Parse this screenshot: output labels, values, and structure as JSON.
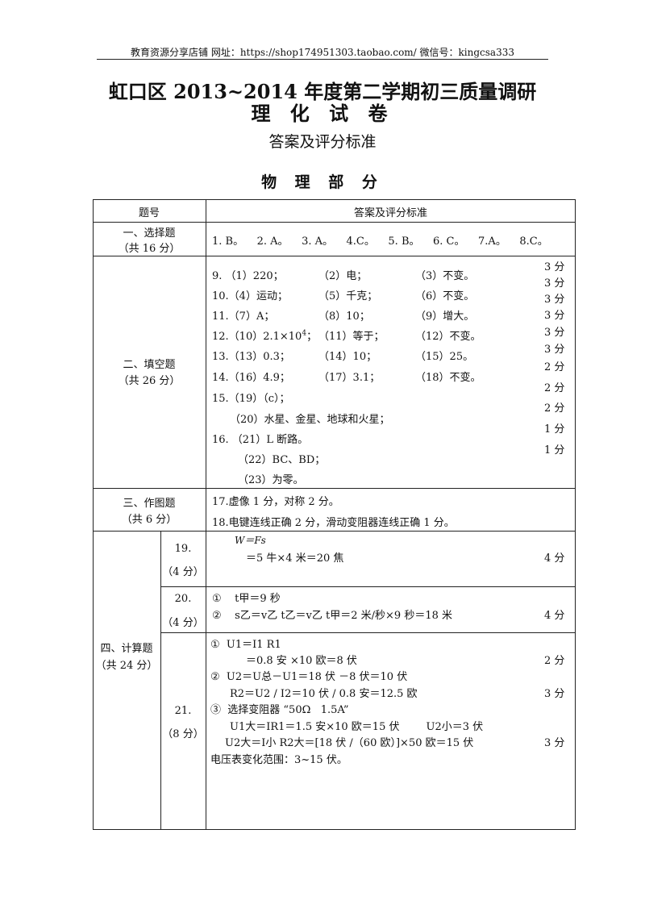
{
  "header": {
    "text": "教育资源分享店铺    网址：https://shop174951303.taobao.com/          微信号：kingcsa333"
  },
  "title": {
    "line1": "虹口区 2013~2014 年度第二学期初三质量调研",
    "line2": "理 化 试 卷"
  },
  "subtitle": "答案及评分标准",
  "section": "物 理 部 分",
  "table": {
    "col_headers": {
      "number": "题号",
      "answer": "答案及评分标准"
    },
    "s1": {
      "label": "一、选择题",
      "points": "（共 16 分）",
      "answers": "1. B。    2. A。    3. A。    4.C。    5. B。    6. C。    7.A。    8.C。"
    },
    "s2": {
      "label": "二、填空题",
      "points": "（共 26 分）",
      "q9": [
        "9.  （1）220；",
        "（2）电；",
        "（3）不变。"
      ],
      "q10": [
        "10.（4）运动；",
        "（5）千克；",
        "（6）不变。"
      ],
      "q11": [
        "11.（7）A；",
        "（8）10；",
        "（9）增大。"
      ],
      "q12": [
        "12.（10）2.1×10",
        "4",
        "；",
        "（11）等于；",
        "（12）不变。"
      ],
      "q13": [
        "13.（13）0.3；",
        "（14）10；",
        "（15）25。"
      ],
      "q14": [
        "14.（16）4.9；",
        "（17）3.1；",
        "（18）不变。"
      ],
      "q15a": "15.（19）（c）；",
      "q15b": "（20）水星、金星、地球和火星；",
      "q16a": "16.  （21）L 断路。",
      "q16b": "（22）BC、BD；",
      "q16c": "（23）为零。",
      "scores": [
        "3 分",
        "3 分",
        "3 分",
        "3 分",
        "3 分",
        "3 分",
        "2 分",
        "2 分",
        "2 分",
        "1 分",
        "1 分"
      ]
    },
    "s3": {
      "label": "三、作图题",
      "points": "（共 6 分）",
      "line1": "17.虚像 1 分，对称 2 分。",
      "line2": "18.电键连线正确 2 分，滑动变阻器连线正确 1 分。"
    },
    "s4": {
      "label": "四、计算题",
      "points": "（共 24 分）",
      "q19": {
        "num": "19.",
        "pts": "（4 分）",
        "l1": "W＝Fs",
        "l2": "＝5 牛×4 米＝20 焦",
        "score": "4 分"
      },
      "q20": {
        "num": "20.",
        "pts": "（4 分）",
        "l1": "①    t甲＝9 秒",
        "l2": "②    s乙＝v乙 t乙＝v乙 t甲＝2 米/秒×9 秒＝18 米",
        "score": "4 分"
      },
      "q21": {
        "num": "21.",
        "pts": "（8 分）",
        "l1": "①  U1＝I1 R1",
        "l2": "＝0.8 安 ×10 欧＝8 伏",
        "l3": "②  U2＝U总－U1＝18 伏 －8 伏＝10 伏",
        "l4": "R2＝U2 / I2＝10 伏 / 0.8 安＝12.5 欧",
        "l5": "③  选择变阻器 “50Ω   1.5A”",
        "l6": "U1大＝IR1＝1.5 安×10 欧＝15 伏        U2小＝3 伏",
        "l7": "U2大＝I小 R2大＝[18 伏 /（60 欧）]×50 欧＝15 伏",
        "l8": "电压表变化范围：3~15 伏。",
        "scores": [
          "2 分",
          "3 分",
          "3 分"
        ]
      }
    }
  }
}
